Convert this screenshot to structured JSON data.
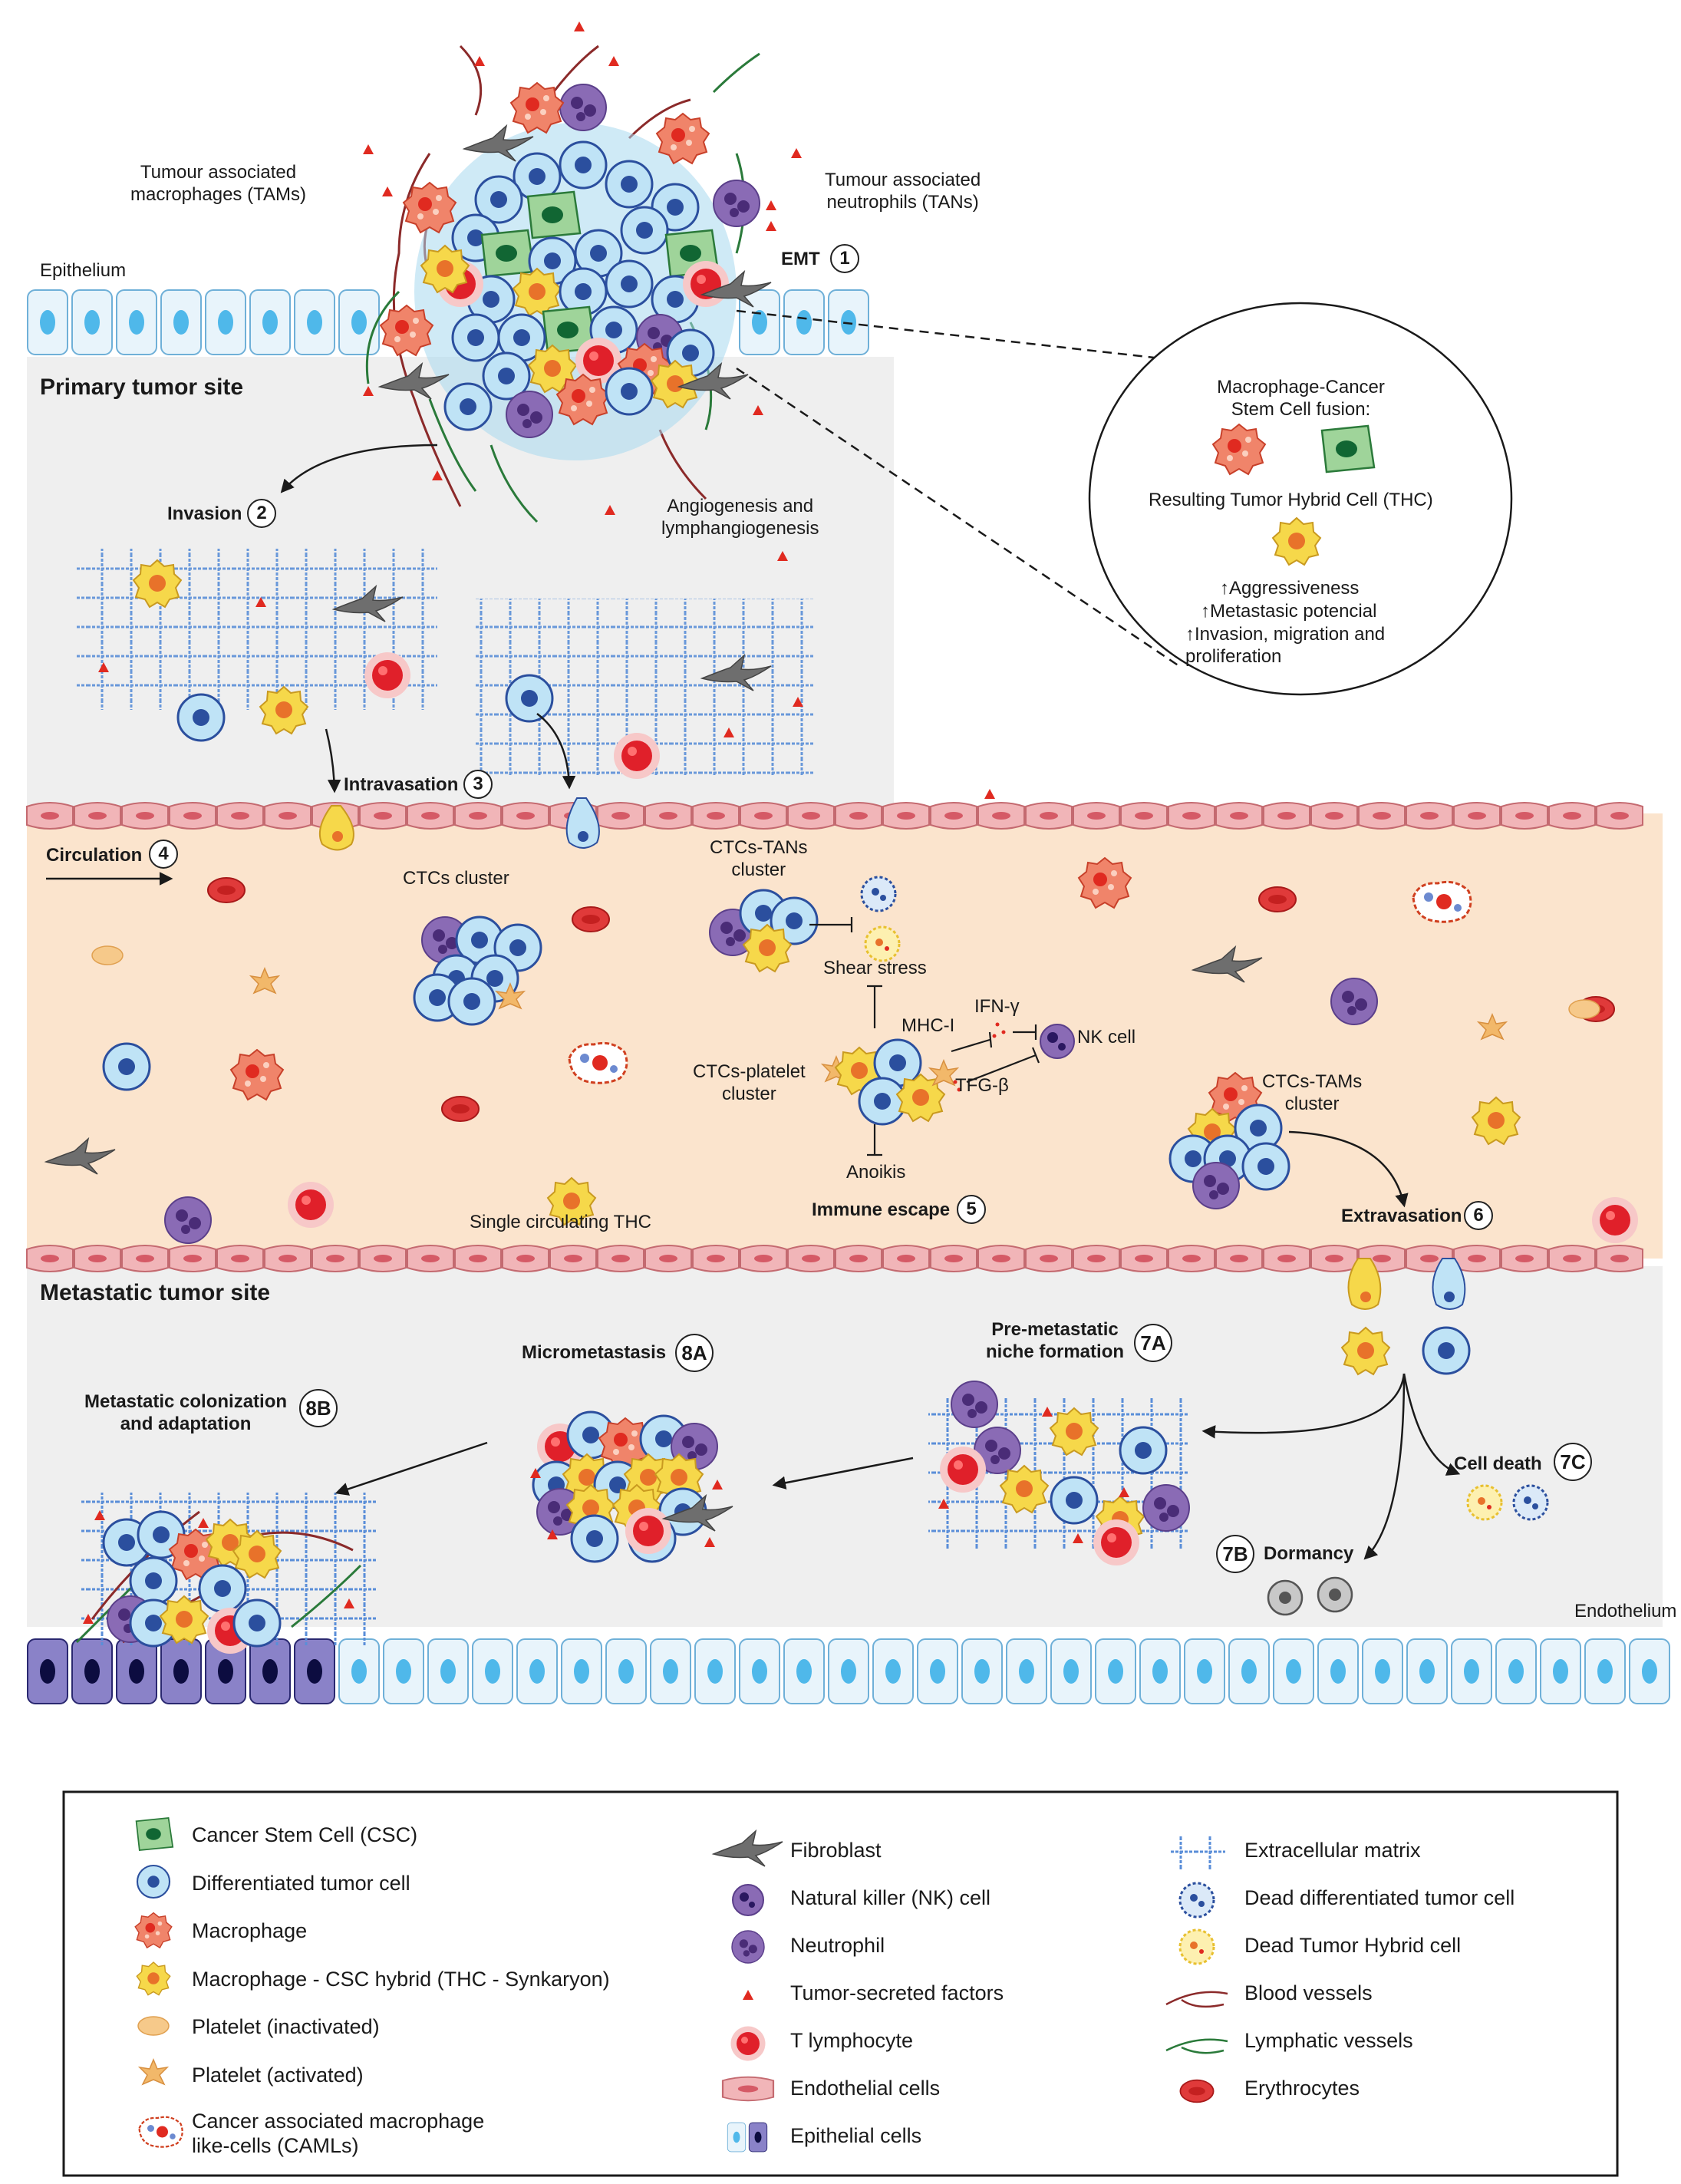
{
  "labels": {
    "tams": "Tumour associated\nmacrophages (TAMs)",
    "tans": "Tumour associated\nneutrophils (TANs)",
    "epithelium": "Epithelium",
    "emt": "EMT",
    "primary_site": "Primary tumor site",
    "invasion": "Invasion",
    "angiogenesis": "Angiogenesis and\nlymphangiogenesis",
    "intravasation": "Intravasation",
    "circulation": "Circulation",
    "ctcs_cluster": "CTCs cluster",
    "ctcs_tans_cluster": "CTCs-TANs\ncluster",
    "shear_stress": "Shear stress",
    "mhc": "MHC-I",
    "ifn": "IFN-γ",
    "nk_cell": "NK cell",
    "tgf": "TFG-β",
    "ctcs_platelet_cluster": "CTCs-platelet\ncluster",
    "anoikis": "Anoikis",
    "immune_escape": "Immune escape",
    "single_thc": "Single circulating THC",
    "ctcs_tams_cluster": "CTCs-TAMs\ncluster",
    "extravasation": "Extravasation",
    "metastatic_site": "Metastatic tumor site",
    "micrometastasis": "Micrometastasis",
    "pre_metastatic": "Pre-metastatic\nniche formation",
    "colonization": "Metastatic colonization\nand adaptation",
    "cell_death": "Cell death",
    "dormancy": "Dormancy",
    "endothelium": "Endothelium"
  },
  "steps": {
    "s1": "1",
    "s2": "2",
    "s3": "3",
    "s4": "4",
    "s5": "5",
    "s6": "6",
    "s7a": "7A",
    "s7b": "7B",
    "s7c": "7C",
    "s8a": "8A",
    "s8b": "8B"
  },
  "inset": {
    "title": "Macrophage-Cancer\nStem Cell fusion:",
    "result": "Resulting Tumor Hybrid Cell (THC)",
    "line1": "Aggressiveness",
    "line2": "Metastasic potencial",
    "line3": "Invasion, migration and\nproliferation"
  },
  "legend": {
    "col1": [
      {
        "icon": "csc-icon",
        "label": "Cancer Stem Cell (CSC)"
      },
      {
        "icon": "tumor-cell-icon",
        "label": "Differentiated tumor cell"
      },
      {
        "icon": "macrophage-icon",
        "label": "Macrophage"
      },
      {
        "icon": "hybrid-icon",
        "label": "Macrophage - CSC hybrid (THC - Synkaryon)"
      },
      {
        "icon": "platelet-inactive-icon",
        "label": "Platelet (inactivated)"
      },
      {
        "icon": "platelet-active-icon",
        "label": "Platelet (activated)"
      },
      {
        "icon": "caml-icon",
        "label": "Cancer associated macrophage\nlike-cells (CAMLs)"
      }
    ],
    "col2": [
      {
        "icon": "fibroblast-icon",
        "label": "Fibroblast"
      },
      {
        "icon": "nk-cell-icon",
        "label": "Natural killer (NK) cell"
      },
      {
        "icon": "neutrophil-icon",
        "label": "Neutrophil"
      },
      {
        "icon": "factor-icon",
        "label": "Tumor-secreted factors"
      },
      {
        "icon": "t-cell-icon",
        "label": "T lymphocyte"
      },
      {
        "icon": "endothelial-icon",
        "label": "Endothelial cells"
      },
      {
        "icon": "epithelial-icon",
        "label": "Epithelial cells"
      }
    ],
    "col3": [
      {
        "icon": "ecm-icon",
        "label": "Extracellular matrix"
      },
      {
        "icon": "dead-tumor-icon",
        "label": "Dead differentiated tumor cell"
      },
      {
        "icon": "dead-hybrid-icon",
        "label": "Dead Tumor Hybrid cell"
      },
      {
        "icon": "blood-vessel-icon",
        "label": "Blood vessels"
      },
      {
        "icon": "lymph-vessel-icon",
        "label": "Lymphatic vessels"
      },
      {
        "icon": "erythrocyte-icon",
        "label": "Erythrocytes"
      }
    ]
  },
  "colors": {
    "tumor_cell": "#bfe3f6",
    "tumor_nucleus": "#2b4f9e",
    "csc": "#9fd49a",
    "csc_nucleus": "#116633",
    "macrophage": "#f0846a",
    "hybrid": "#f6d84a",
    "hybrid_nucleus": "#e8722a",
    "platelet": "#f6c98a",
    "neutrophil": "#8a6bb5",
    "t_cell": "#e0202a",
    "erythrocyte": "#e03a3a",
    "endothelial": "#f1b5b8",
    "epithelial": "#e8f4fb",
    "circulation_bg": "#fbe4cd",
    "tissue_bg": "#efefef",
    "factor": "#e02a20",
    "ecm": "#5a8ed8"
  }
}
